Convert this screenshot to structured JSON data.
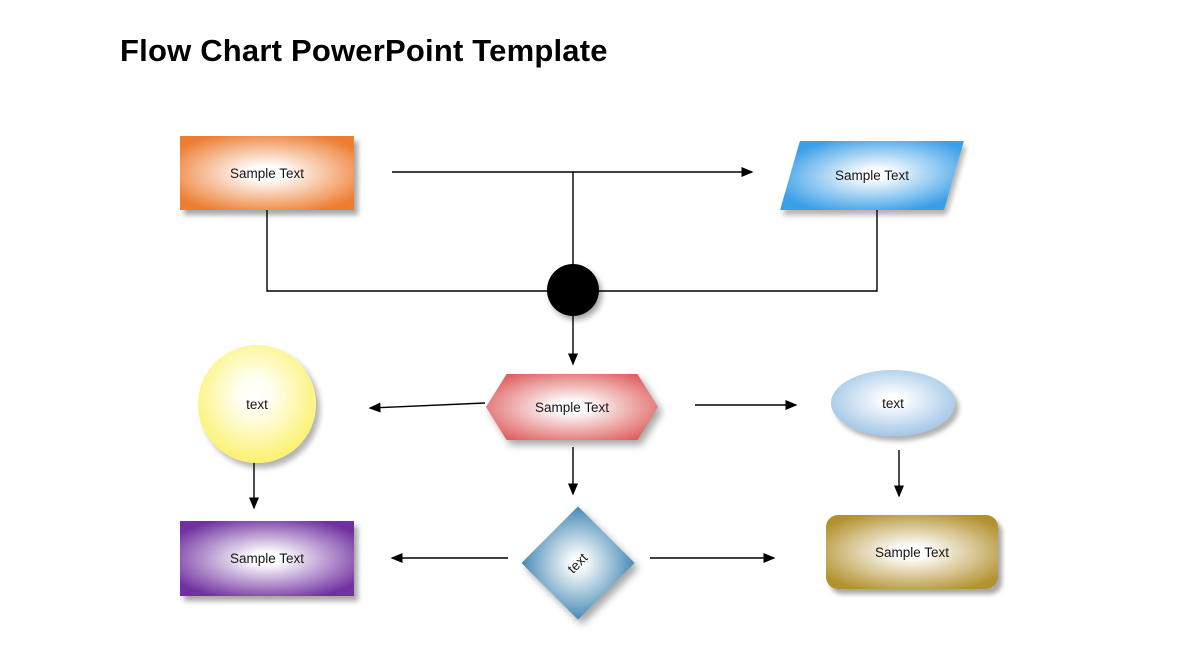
{
  "title": "Flow Chart PowerPoint Template",
  "colors": {
    "orange": "#ED7D31",
    "blue": "#3B9FE8",
    "yellow": "#FBEE4E",
    "red": "#DE5D5D",
    "lightblue": "#9DC3E6",
    "purple": "#7030A0",
    "teal": "#4E8FB8",
    "gold": "#B3912F",
    "connector": "#000000"
  },
  "shapes": {
    "top_left_rect": {
      "label": "Sample Text"
    },
    "top_right_parallelogram": {
      "label": "Sample Text"
    },
    "mid_left_circle": {
      "label": "text"
    },
    "mid_center_hexagon": {
      "label": "Sample Text"
    },
    "mid_right_ellipse": {
      "label": "text"
    },
    "bottom_left_rect": {
      "label": "Sample Text"
    },
    "bottom_center_diamond": {
      "label": "text"
    },
    "bottom_right_rounded_rect": {
      "label": "Sample Text"
    }
  }
}
